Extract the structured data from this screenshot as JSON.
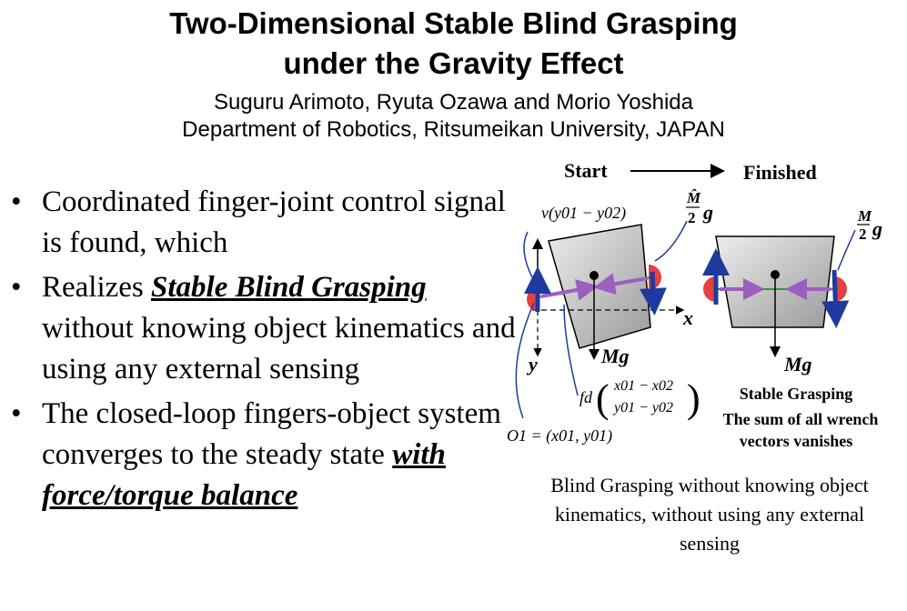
{
  "title": {
    "line1": "Two-Dimensional Stable Blind Grasping",
    "line2": "under the Gravity Effect"
  },
  "authors": "Suguru Arimoto, Ryuta Ozawa and Morio Yoshida",
  "affiliation": "Department of Robotics, Ritsumeikan University, JAPAN",
  "bullets": [
    {
      "before": "Coordinated finger-joint control signal is found, which",
      "em": "",
      "after": ""
    },
    {
      "before": "Realizes ",
      "em": "Stable Blind Grasping",
      "after": " without  knowing object kinematics and using any external sensing"
    },
    {
      "before": "The closed-loop fingers-object system converges to the steady state ",
      "em": "with force/torque balance",
      "after": ""
    }
  ],
  "figure": {
    "start_label": "Start",
    "finished_label": "Finished",
    "nu_label": "ν(y01 − y02)",
    "mhat_label": "M̂",
    "mhat_den": "2",
    "mhat_g": "g",
    "m_label": "M",
    "m_den": "2",
    "m_g": "g",
    "mg_left": "Mg",
    "mg_right": "Mg",
    "x_axis": "x",
    "y_axis": "y",
    "fd_label": "fd",
    "fd_top": "x01 − x02",
    "fd_bottom": "y01 − y02",
    "o1_label": "O1 = (x01, y01)",
    "stable_grasping": "Stable Grasping",
    "wrench_line1": "The sum of all  wrench",
    "wrench_line2": "vectors vanishes"
  },
  "caption": "Blind Grasping without knowing object kinematics, without using any external sensing",
  "colors": {
    "blue": "#1f3a9e",
    "purple": "#9b5fc0",
    "green": "#2e9b2e",
    "red": "#e02020",
    "gray": "#bfbfbf"
  }
}
